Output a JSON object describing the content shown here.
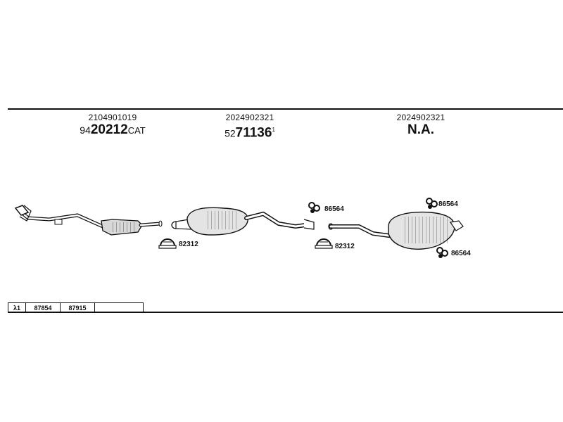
{
  "parts": [
    {
      "oem": "2104901019",
      "prefix": "94",
      "number": "20212",
      "suffix": "CAT",
      "note": ""
    },
    {
      "oem": "2024902321",
      "prefix": "52",
      "number": "71136",
      "suffix": "",
      "note": "1"
    },
    {
      "oem": "2024902321",
      "prefix": "",
      "number": "N.A.",
      "suffix": "",
      "note": ""
    }
  ],
  "callouts": {
    "clamp_1": "82312",
    "clamp_2": "82312",
    "hanger_1": "86564",
    "hanger_2": "86564",
    "hanger_3": "86564"
  },
  "table": {
    "lambda": "λ1",
    "cells": [
      "87854",
      "87915",
      ""
    ]
  }
}
